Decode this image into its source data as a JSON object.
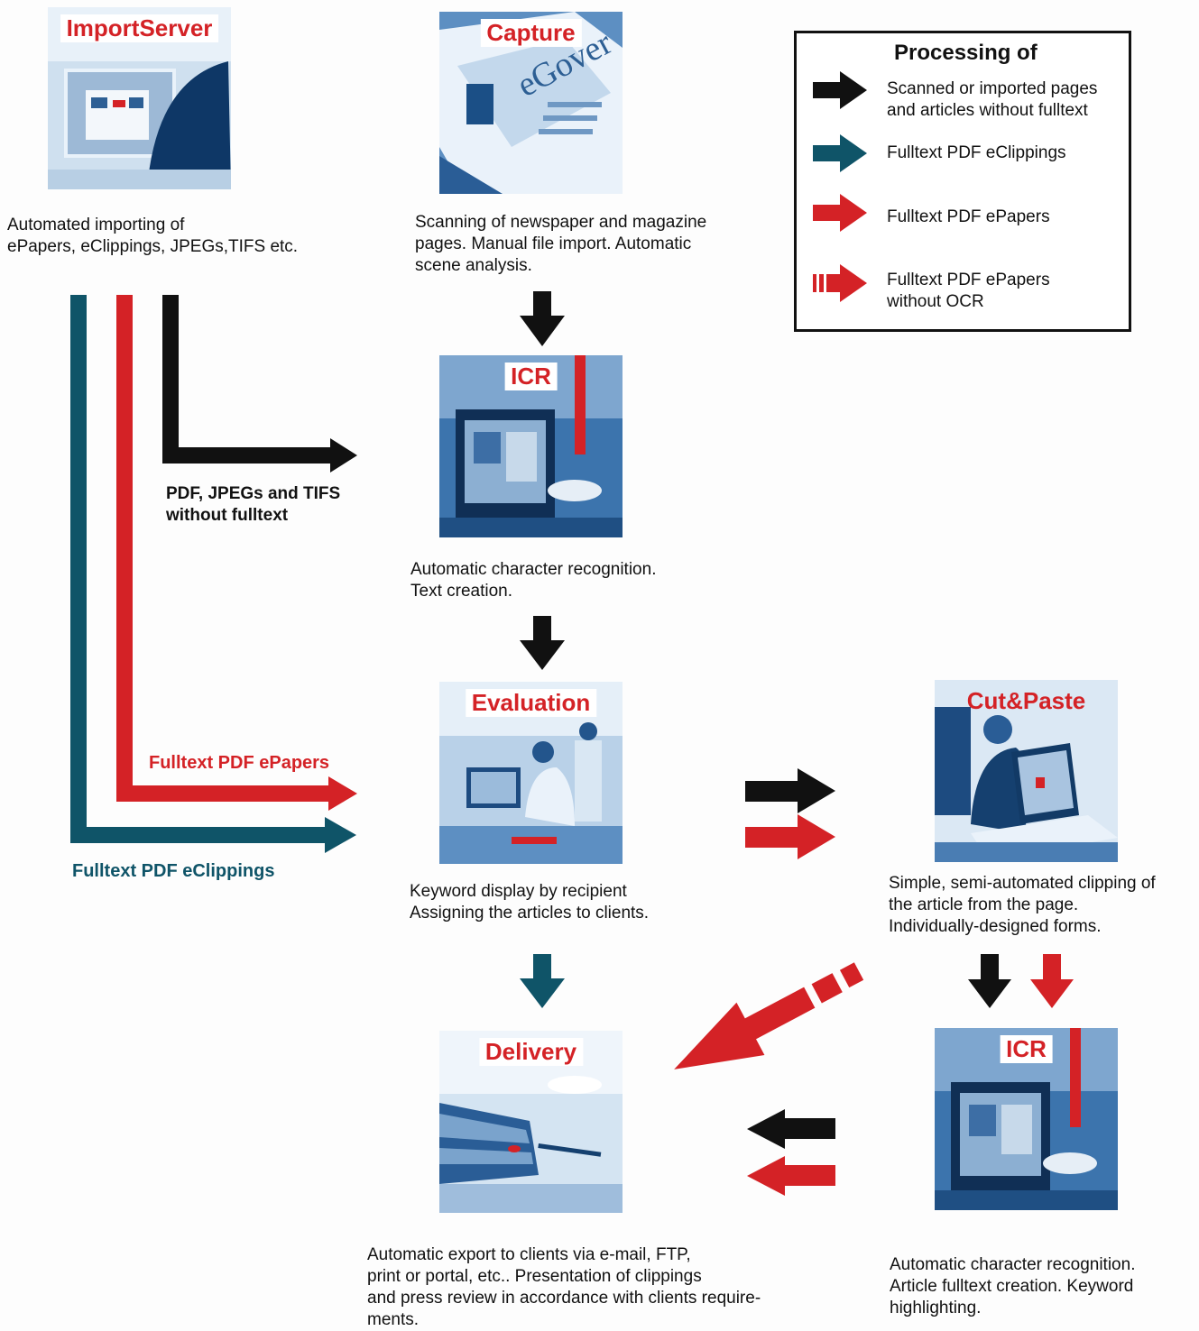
{
  "colors": {
    "black": "#111111",
    "teal": "#0f5468",
    "red": "#d42226",
    "photo_dark": "#1f5d9c",
    "photo_light": "#d8e8f6"
  },
  "nodes": {
    "importserver": {
      "title": "ImportServer",
      "description": [
        "Automated importing of",
        "ePapers, eClippings, JPEGs,TIFS etc."
      ]
    },
    "capture": {
      "title": "Capture",
      "description": [
        "Scanning of newspaper and magazine",
        "pages. Manual file import. Automatic",
        "scene analysis."
      ]
    },
    "icr_top": {
      "title": "ICR",
      "description": [
        "Automatic character recognition.",
        "Text creation."
      ]
    },
    "evaluation": {
      "title": "Evaluation",
      "description": [
        "Keyword display by recipient",
        "Assigning the articles to clients."
      ]
    },
    "cutpaste": {
      "title": "Cut&Paste",
      "description": [
        "Simple, semi-automated clipping of",
        "the article from the page.",
        "Individually-designed forms."
      ]
    },
    "delivery": {
      "title": "Delivery",
      "description": [
        "Automatic export to clients via e-mail, FTP,",
        "print or portal, etc.. Presentation of clippings",
        "and press review in accordance with clients require-",
        "ments."
      ]
    },
    "icr_bottom": {
      "title": "ICR",
      "description": [
        "Automatic character recognition.",
        "Article fulltext creation. Keyword",
        "highlighting."
      ]
    }
  },
  "flow_labels": {
    "pdf_without_fulltext": [
      "PDF, JPEGs and TIFS",
      "without fulltext"
    ],
    "fulltext_epapers": "Fulltext PDF ePapers",
    "fulltext_eclippings": "Fulltext PDF eClippings"
  },
  "legend": {
    "title": "Processing of",
    "items": [
      {
        "icon": "black-arrow-icon",
        "color": "#111111",
        "lines": [
          "Scanned or imported pages",
          "and articles without fulltext"
        ]
      },
      {
        "icon": "teal-arrow-icon",
        "color": "#0f5468",
        "lines": [
          "Fulltext PDF eClippings"
        ]
      },
      {
        "icon": "red-arrow-icon",
        "color": "#d42226",
        "lines": [
          "Fulltext PDF ePapers"
        ]
      },
      {
        "icon": "red-dashed-arrow-icon",
        "color": "#d42226",
        "lines": [
          "Fulltext PDF ePapers",
          "without OCR"
        ]
      }
    ]
  }
}
